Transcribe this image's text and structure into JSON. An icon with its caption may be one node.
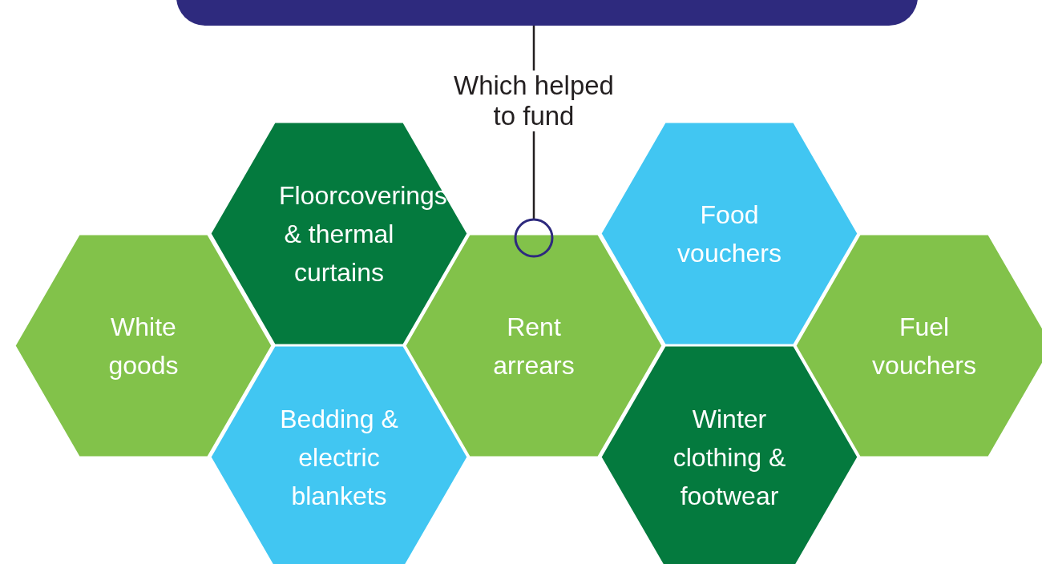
{
  "diagram": {
    "nodes": [
      {
        "text": [],
        "shape": "box"
      },
      {
        "text": [
          "White goods"
        ]
      },
      {
        "text": [
          "Floorcoverings & thermal curtains"
        ]
      },
      {
        "text": [
          "Bedding & electric blankets"
        ]
      },
      {
        "text": [
          "Rent arrears"
        ]
      },
      {
        "text": [
          "Food vouchers"
        ]
      },
      {
        "text": [
          "Winter clothing & footwear"
        ]
      },
      {
        "text": [
          "Fuel vouchers"
        ]
      }
    ],
    "edges": [
      {
        "from": 0,
        "to": 4,
        "arrow": "other",
        "label": "Which helped to fund"
      }
    ]
  }
}
